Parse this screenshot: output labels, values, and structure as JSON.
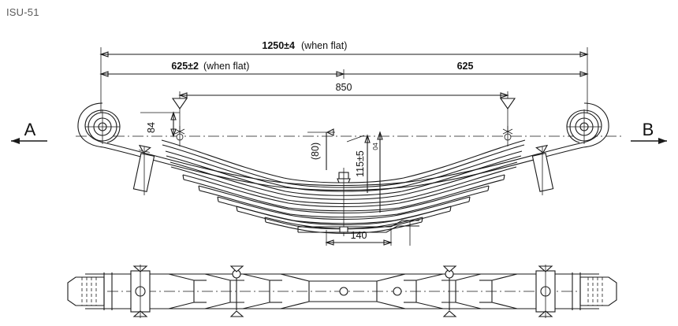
{
  "drawing": {
    "part_number": "ISU-51",
    "title_text": "ISU-51"
  },
  "dimensions": {
    "overall_length": "1250±4",
    "overall_length_note": "(when flat)",
    "half_length_left": "625±2",
    "half_length_left_note": "(when flat)",
    "half_length_right": "625",
    "center_bolt_span": "850",
    "eye_height": "84",
    "free_camber_ref": "(80)",
    "camber_height": "115±5",
    "plate_thickness": "04",
    "center_clamp_width": "140"
  },
  "view_marks": {
    "left_label": "A",
    "right_label": "B"
  },
  "icons": {
    "left_arrow": "arrow-left-icon",
    "right_arrow": "arrow-right-icon",
    "datum_triangle": "datum-triangle-icon"
  }
}
